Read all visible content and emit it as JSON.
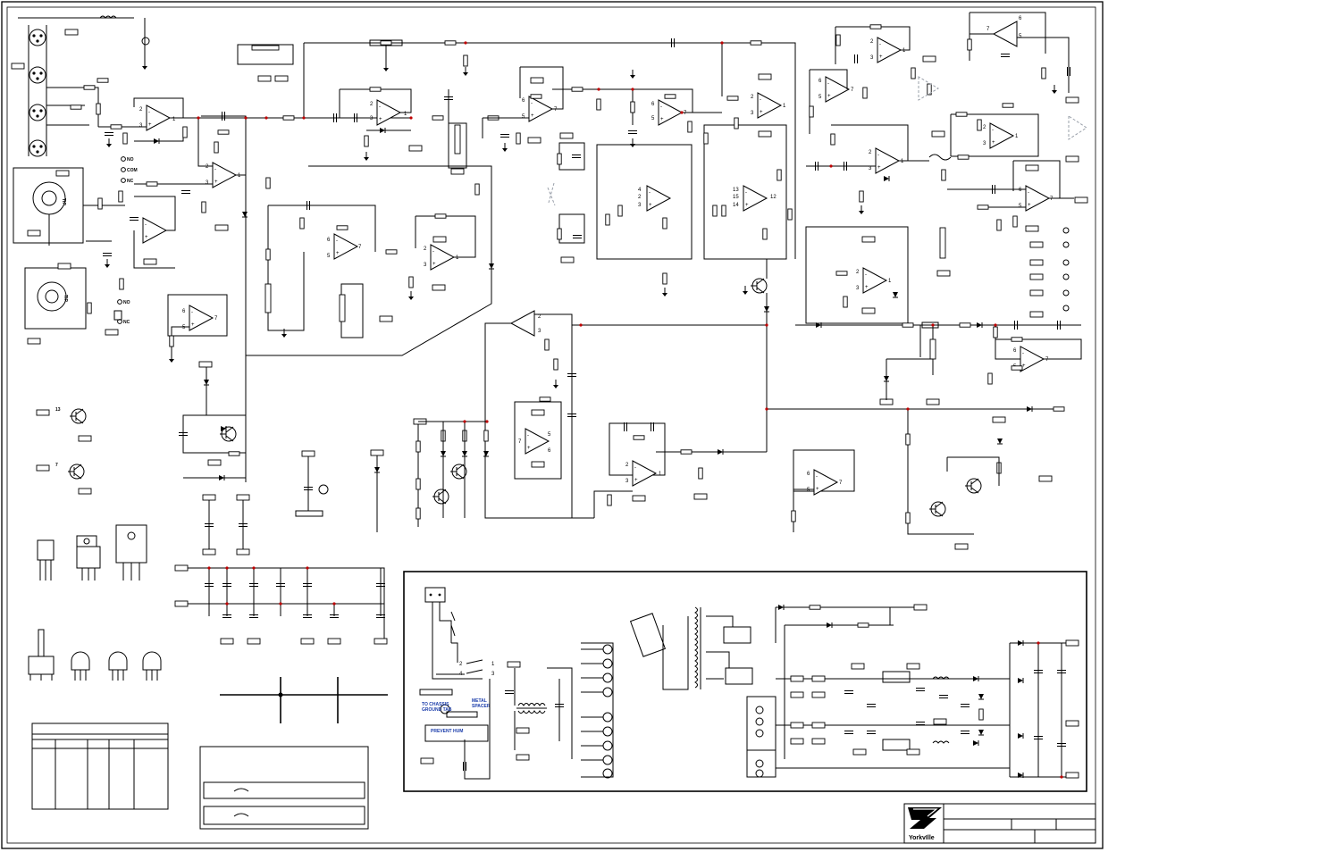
{
  "schematic": {
    "labels": {
      "no_a": "NO",
      "com_a": "COM",
      "nc_a": "NC",
      "no_b": "NO",
      "nc_b": "NC",
      "to_chassis": "TO CHASSIS",
      "ground_tab": "GROUND TAB",
      "metal": "METAL",
      "spacer": "SPACER",
      "prevent_hum": "PREVENT HUM"
    },
    "title_block": {
      "logo_text": "YorkvIlle"
    },
    "colors": {
      "line": "#000000",
      "junction": "#c00000",
      "note_text": "#1a3caa",
      "background": "#ffffff"
    }
  }
}
